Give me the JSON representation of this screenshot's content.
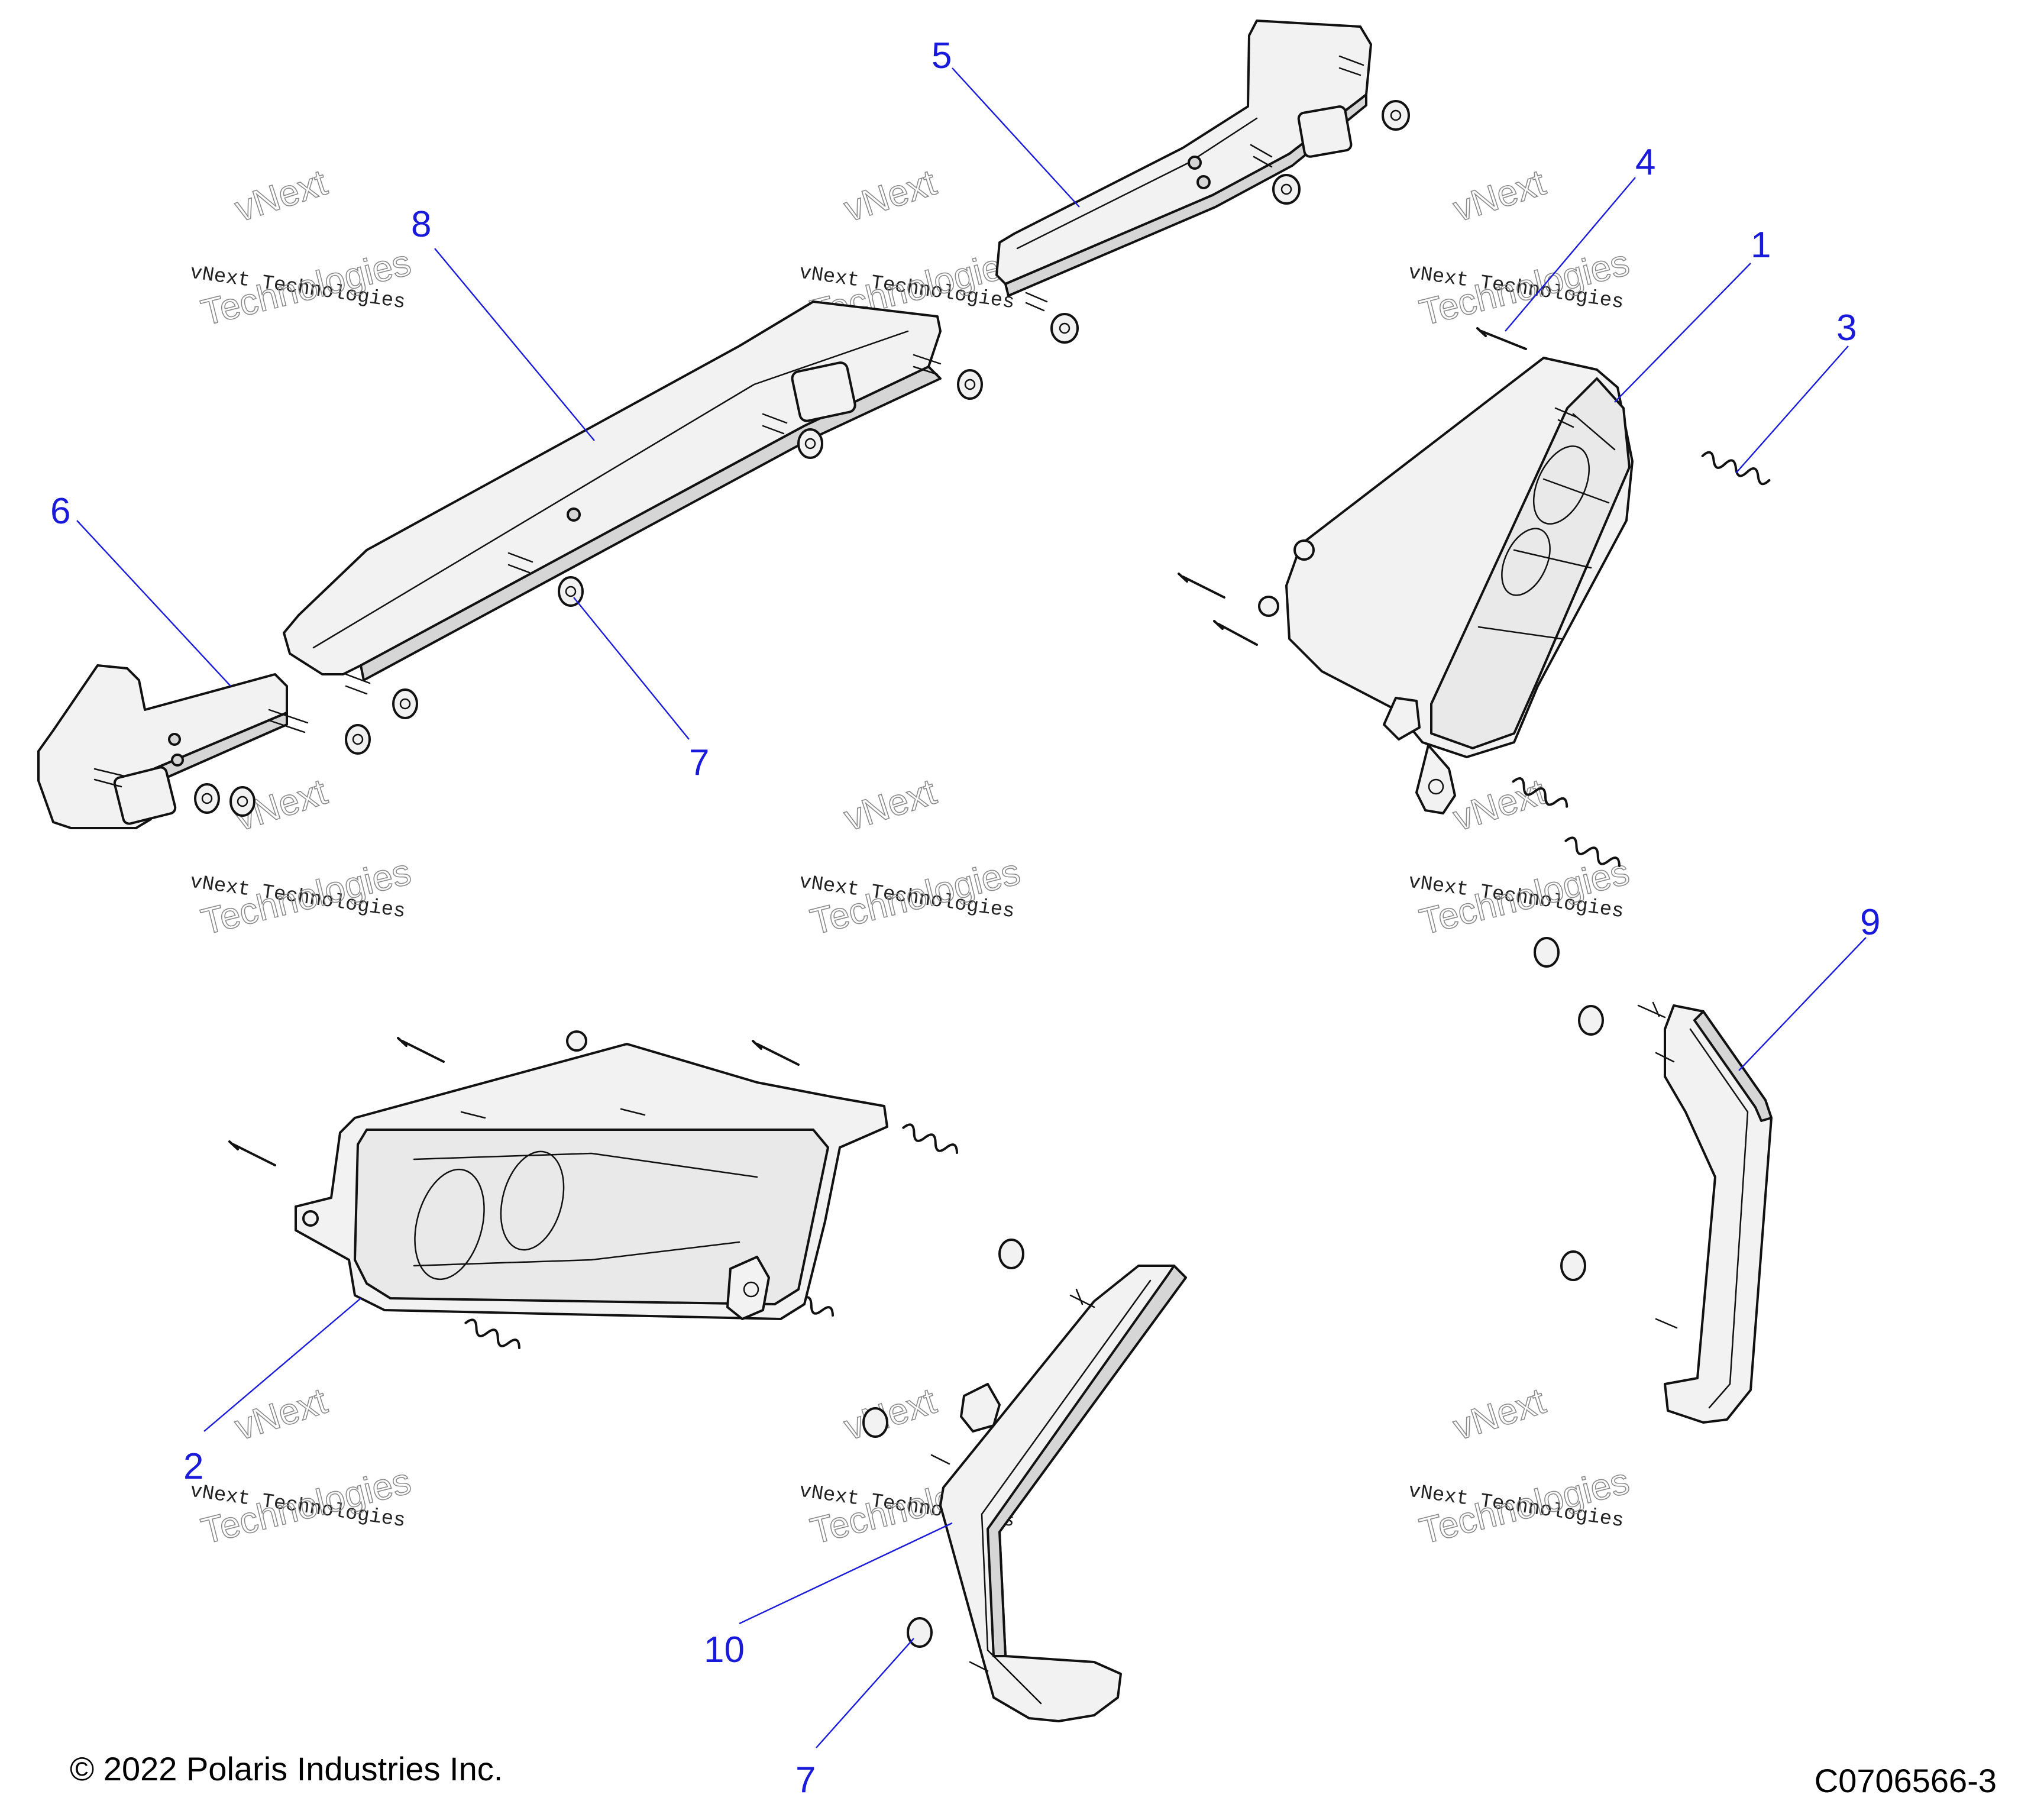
{
  "callouts": [
    "1",
    "2",
    "3",
    "4",
    "5",
    "6",
    "7",
    "7",
    "8",
    "9",
    "10"
  ],
  "watermark": {
    "line": "vNext Technologies",
    "big_top": "vNext",
    "big_bottom": "Technologies"
  },
  "footer": {
    "copyright": "© 2022 Polaris Industries Inc.",
    "diagram_code": "C0706566-3"
  },
  "colors": {
    "callout": "#1a1adb",
    "line_art": "#111111",
    "watermark_outline": "#8a8a8a"
  }
}
